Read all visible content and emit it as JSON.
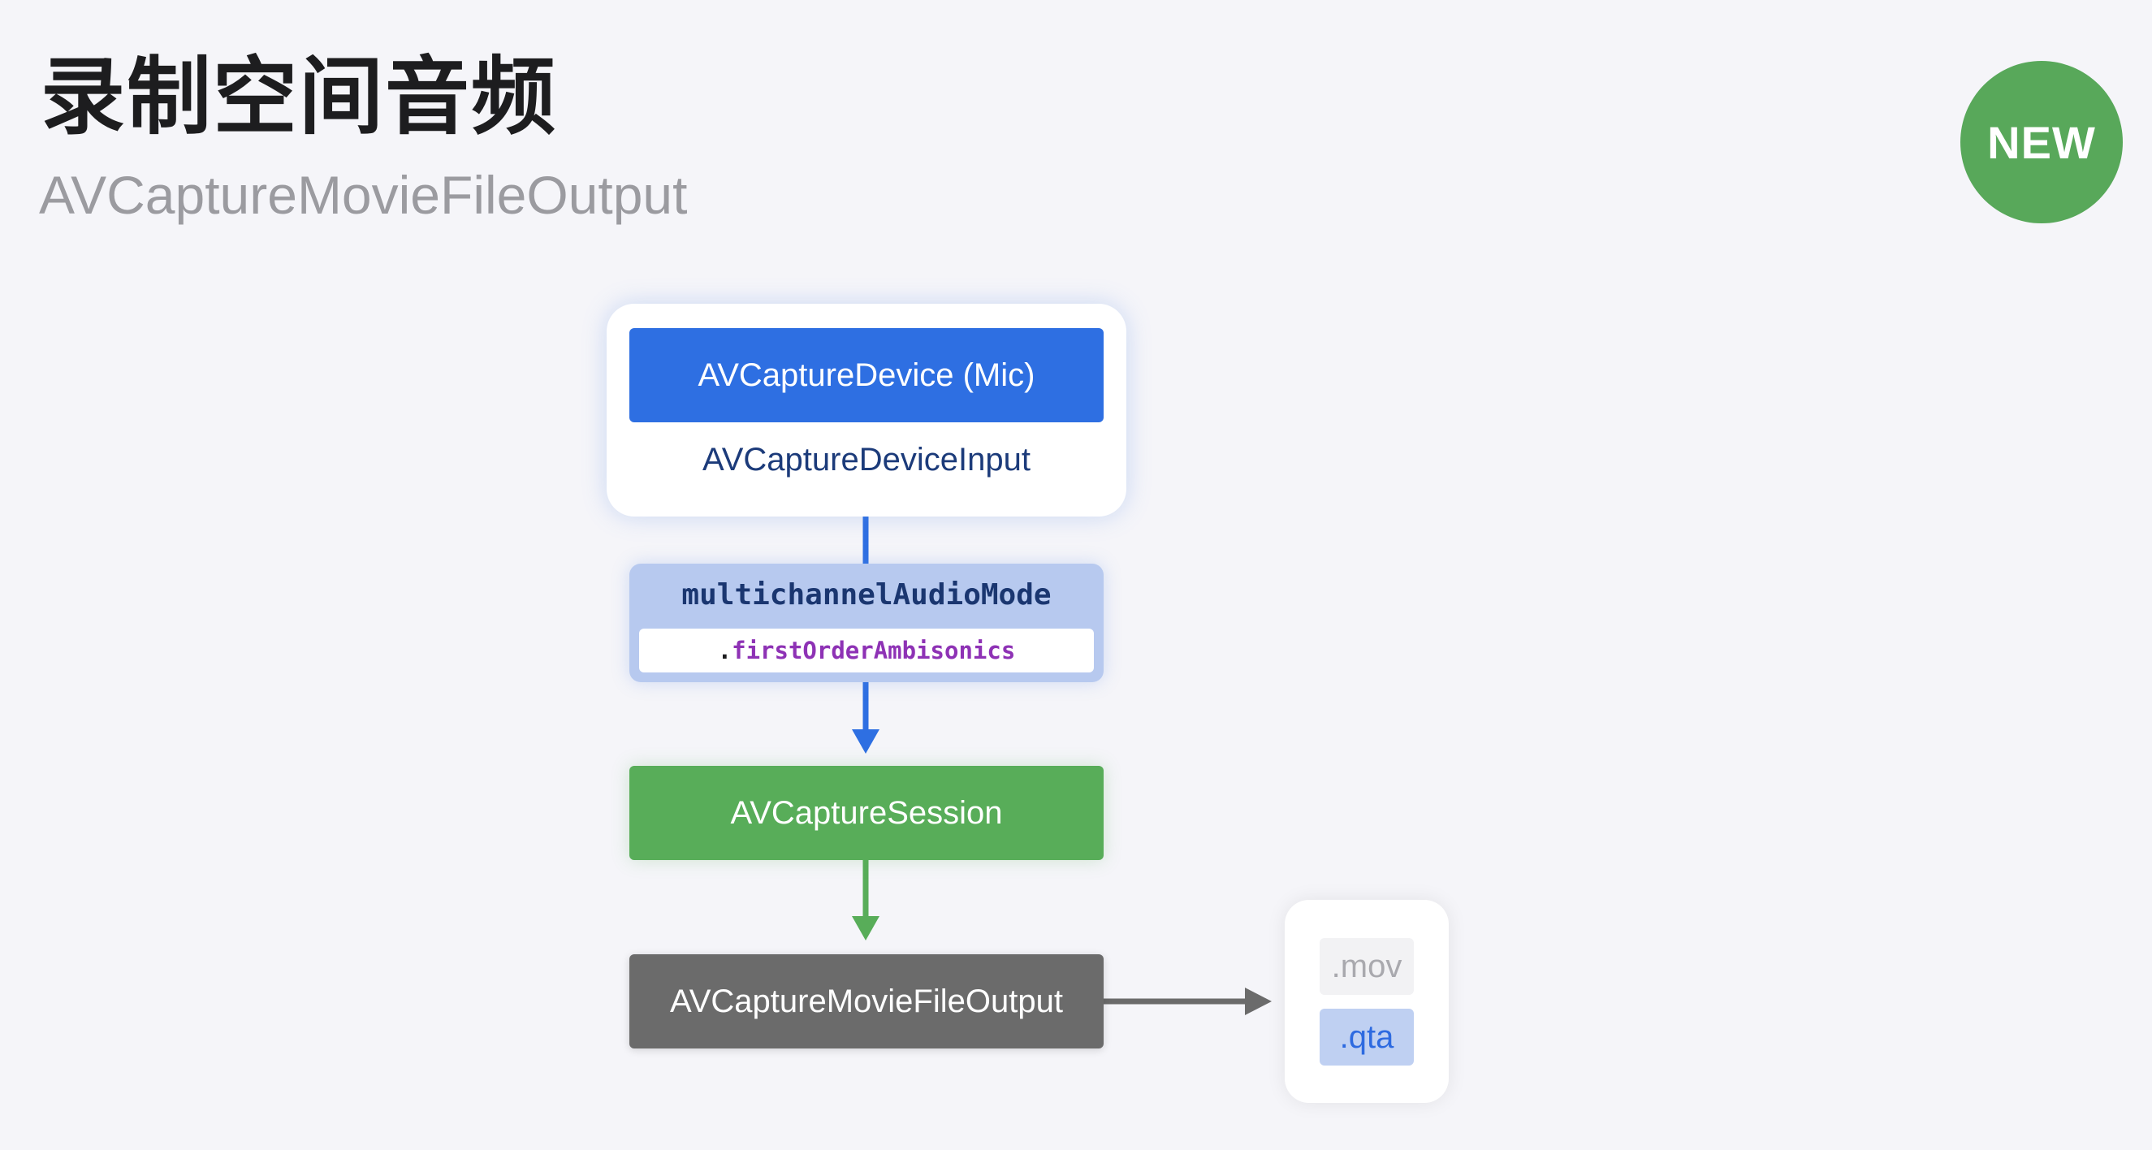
{
  "header": {
    "title": "录制空间音频",
    "subtitle": "AVCaptureMovieFileOutput",
    "badge": "NEW"
  },
  "diagram": {
    "input": {
      "device_label": "AVCaptureDevice (Mic)",
      "input_label": "AVCaptureDeviceInput"
    },
    "mode": {
      "property": "multichannelAudioMode",
      "value_prefix": ".",
      "value": "firstOrderAmbisonics"
    },
    "session": {
      "label": "AVCaptureSession"
    },
    "output": {
      "label": "AVCaptureMovieFileOutput"
    },
    "formats": [
      ".mov",
      ".qta"
    ],
    "colors": {
      "background": "#f5f5f9",
      "device_blue": "#2e6fe2",
      "session_green": "#58ad59",
      "output_gray": "#6b6b6b",
      "badge_green": "#58a85a",
      "mode_fill": "#b7c9ef",
      "enum_purple": "#8e32b5"
    }
  }
}
